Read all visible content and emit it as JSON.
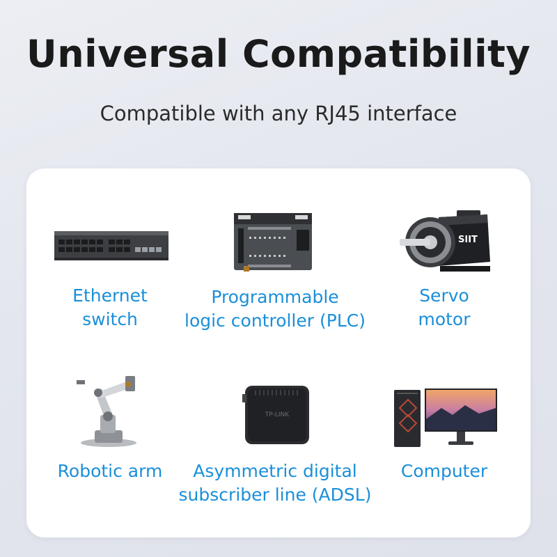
{
  "header": {
    "title": "Universal Compatibility",
    "subtitle": "Compatible with any RJ45 interface"
  },
  "colors": {
    "label": "#1a8fd8",
    "title": "#1a1a1a",
    "card": "#ffffff"
  },
  "devices": [
    {
      "line1": "Ethernet",
      "line2": "switch",
      "icon": "ethernet-switch-icon"
    },
    {
      "line1": "Programmable",
      "line2": "logic controller (PLC)",
      "icon": "plc-icon"
    },
    {
      "line1": "Servo",
      "line2": "motor",
      "icon": "servo-motor-icon"
    },
    {
      "line1": "Robotic arm",
      "line2": "",
      "icon": "robotic-arm-icon"
    },
    {
      "line1": "Asymmetric digital",
      "line2": "subscriber line (ADSL)",
      "icon": "adsl-modem-icon",
      "brand": "TP-LINK"
    },
    {
      "line1": "Computer",
      "line2": "",
      "icon": "computer-icon"
    }
  ],
  "servo_brand": "SIIT"
}
